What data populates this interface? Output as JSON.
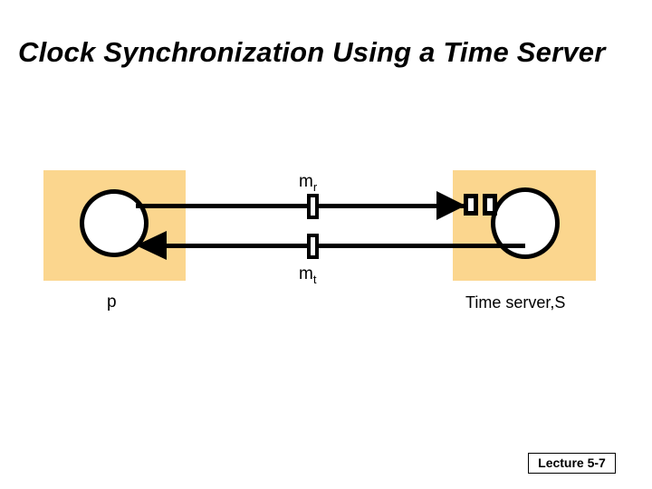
{
  "slide": {
    "title": "Clock Synchronization Using a Time Server",
    "footer_tag": "Lecture 5-7",
    "background_color": "#ffffff"
  },
  "diagram": {
    "type": "message-sequence",
    "accent_color": "#fbd68e",
    "stroke_color": "#000000",
    "node_fill_color": "#ffffff",
    "nodes": [
      {
        "id": "process",
        "label": "p",
        "role": "client-process",
        "box_color": "#fbd68e"
      },
      {
        "id": "server",
        "label": "Time server,S",
        "role": "time-server",
        "box_color": "#fbd68e",
        "queue_slots": 2
      }
    ],
    "messages": [
      {
        "id": "request",
        "label_base": "m",
        "label_sub": "r",
        "direction": "process-to-server",
        "marker": "message-tick"
      },
      {
        "id": "reply",
        "label_base": "m",
        "label_sub": "t",
        "direction": "server-to-process",
        "marker": "message-tick"
      }
    ]
  }
}
